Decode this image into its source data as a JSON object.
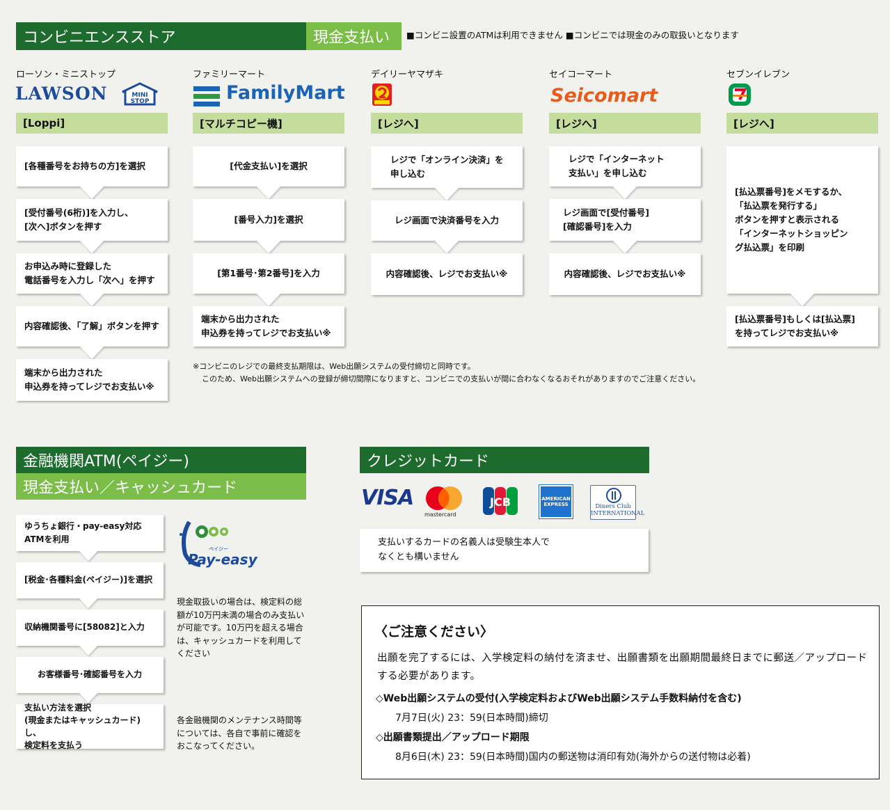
{
  "cvs": {
    "header": "コンビニエンスストア",
    "cash_label": "現金支払い",
    "notice": "■コンビニ設置のATMは利用できません ■コンビニでは現金のみの取扱いとなります",
    "stores": [
      {
        "name": "ローソン・ミニストップ",
        "logo": "LAWSON",
        "logo2": "MINI STOP",
        "method": "[Loppi]",
        "steps": [
          "[各種番号をお持ちの方]を選択",
          "[受付番号(6桁)]を入力し、\n[次へ]ボタンを押す",
          "お申込み時に登録した\n電話番号を入力し「次へ」を押す",
          "内容確認後､「了解」ボタンを押す",
          "端末から出力された\n申込券を持ってレジでお支払い※"
        ]
      },
      {
        "name": "ファミリーマート",
        "logo": "FamilyMart",
        "method": "[マルチコピー機]",
        "steps": [
          "[代金支払い]を選択",
          "[番号入力]を選択",
          "[第1番号･第2番号]を入力",
          "端末から出力された\n申込券を持ってレジでお支払い※"
        ]
      },
      {
        "name": "デイリーヤマザキ",
        "method": "[レジへ]",
        "steps": [
          "レジで「オンライン決済」を\n申し込む",
          "レジ画面で決済番号を入力",
          "内容確認後、レジでお支払い※"
        ]
      },
      {
        "name": "セイコーマート",
        "logo": "Seicomart",
        "method": "[レジへ]",
        "steps": [
          "レジで「インターネット\n支払い」を申し込む",
          "レジ画面で[受付番号]\n[確認番号]を入力",
          "内容確認後、レジでお支払い※"
        ]
      },
      {
        "name": "セブンイレブン",
        "method": "[レジへ]",
        "steps": [
          "[払込票番号]をメモするか、\n「払込票を発行する」\nボタンを押すと表示される\n「インターネットショッピン\nグ払込票」を印刷",
          "[払込票番号]もしくは[払込票]\nを持ってレジでお支払い※"
        ]
      }
    ],
    "footnote_1": "※コンビニのレジでの最終支払期限は、Web出願システムの受付締切と同時です。",
    "footnote_2": "このため、Web出願システムへの登録が締切間際になりますと、コンビニでの支払いが間に合わなくなるおそれがありますのでご注意ください。"
  },
  "atm": {
    "header": "金融機関ATM(ペイジー)",
    "sub_header": "現金支払い／キャッシュカード",
    "steps": [
      "ゆうちょ銀行・pay-easy対応\nATMを利用",
      "[税金･各種料金(ペイジー)]を選択",
      "収納機関番号に[58082]と入力",
      "お客様番号･確認番号を入力",
      "支払い方法を選択\n(現金またはキャッシュカード)し、\n検定料を支払う"
    ],
    "logo": "Pay-easy",
    "logo_ruby": "ペイジー",
    "note_1": "現金取扱いの場合は、検定料の総額が10万円未満の場合のみ支払いが可能です。10万円を超える場合は、キャッシュカードを利用してください",
    "note_2": "各金融機関のメンテナンス時間等については、各自で事前に確認をおこなってください。"
  },
  "credit": {
    "header": "クレジットカード",
    "brands": [
      "VISA",
      "mastercard",
      "JCB",
      "AMERICAN EXPRESS",
      "Diners Club INTERNATIONAL"
    ],
    "note": "支払いするカードの名義人は受験生本人で\nなくとも構いません"
  },
  "caution": {
    "title": "〈ご注意ください〉",
    "body": "出願を完了するには、入学検定料の納付を済ませ、出願書類を出願期間最終日までに郵送／アップロードする必要があります。",
    "item1_title": "◇Web出願システムの受付(入学検定料およびWeb出願システム手数料納付を含む)",
    "item1_text": "7月7日(火) 23：59(日本時間)締切",
    "item2_title": "◇出願書類提出／アップロード期限",
    "item2_text": "8月6日(木) 23：59(日本時間)国内の郵送物は消印有効(海外からの送付物は必着)"
  },
  "colors": {
    "dark_green": "#1e6b2e",
    "light_green": "#7bbd49",
    "pale_green": "#c5dd9c",
    "lawson_blue": "#1c4b9b",
    "familymart_blue": "#1b63b3",
    "seicomart_red": "#e65c1c"
  }
}
